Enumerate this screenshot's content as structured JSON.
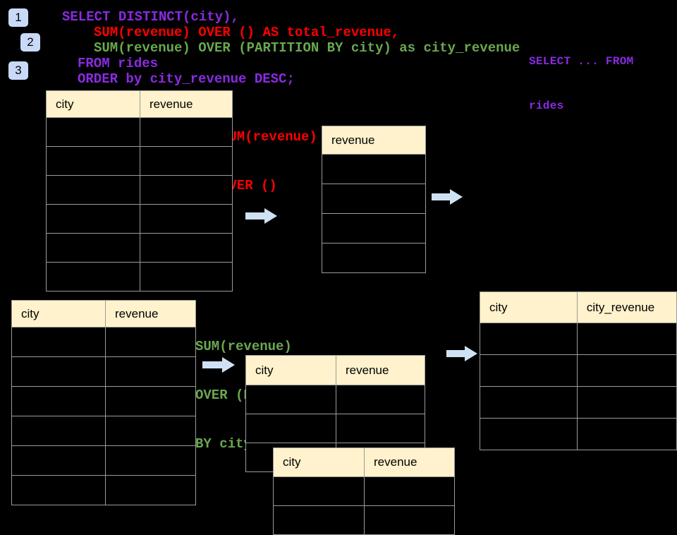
{
  "colors": {
    "background": "#000000",
    "purple": "#8A2BE2",
    "red": "#FF0000",
    "green": "#6AA84F",
    "header-bg": "#FFF2CC",
    "table-border": "#9B9B9B",
    "arrow": "#CFE2F3",
    "badge": "#C9DAF8"
  },
  "badges": [
    {
      "label": "1"
    },
    {
      "label": "2"
    },
    {
      "label": "3"
    }
  ],
  "sql": {
    "lines": [
      {
        "text": "SELECT DISTINCT(city),",
        "color": "purple"
      },
      {
        "text": "SUM(revenue) OVER () AS total_revenue,",
        "color": "red"
      },
      {
        "text": "SUM(revenue) OVER (PARTITION BY city) as city_revenue",
        "color": "green"
      },
      {
        "text": "FROM rides",
        "color": "purple"
      },
      {
        "text": "ORDER by city_revenue DESC;",
        "color": "purple"
      }
    ]
  },
  "side_note": {
    "lines": [
      "SELECT ... FROM",
      "rides"
    ]
  },
  "annotations": {
    "total_revenue": {
      "lines": [
        "SUM(revenue)",
        "OVER ()"
      ]
    },
    "city_revenue": {
      "lines": [
        "SUM(revenue)",
        "OVER (PARTITION",
        "BY city)"
      ]
    }
  },
  "tables": {
    "source_top": {
      "headers": [
        "city",
        "revenue"
      ],
      "row_count": 6
    },
    "revenue_only": {
      "headers": [
        "revenue"
      ],
      "row_count": 4
    },
    "source_bottom": {
      "headers": [
        "city",
        "revenue"
      ],
      "row_count": 6
    },
    "partition_back": {
      "headers": [
        "city",
        "revenue"
      ],
      "row_count": 3
    },
    "partition_front": {
      "headers": [
        "city",
        "revenue"
      ],
      "row_count": 2
    },
    "result": {
      "headers": [
        "city",
        "city_revenue"
      ],
      "row_count": 4
    }
  }
}
